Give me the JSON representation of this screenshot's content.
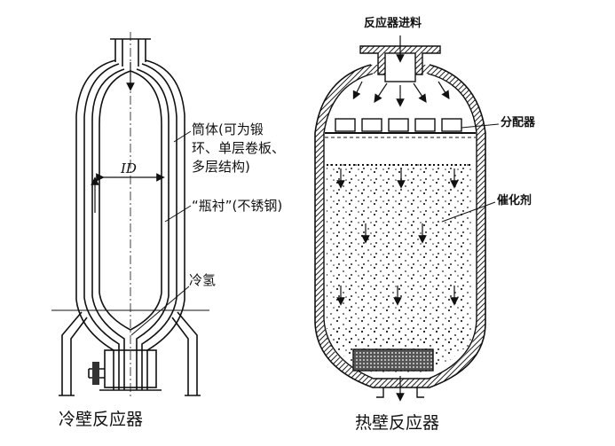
{
  "cold_reactor": {
    "caption": "冷壁反应器",
    "shell_label_lines": [
      "筒体(可为锻",
      "环、单层卷板、",
      "多层结构)"
    ],
    "liner_label": "“瓶衬”(不锈钢)",
    "cold_hydrogen_label": "冷氢",
    "id_label": "ID"
  },
  "hot_reactor": {
    "caption": "热壁反应器",
    "feed_label": "反应器进料",
    "distributor_label": "分配器",
    "catalyst_label": "催化剂"
  }
}
